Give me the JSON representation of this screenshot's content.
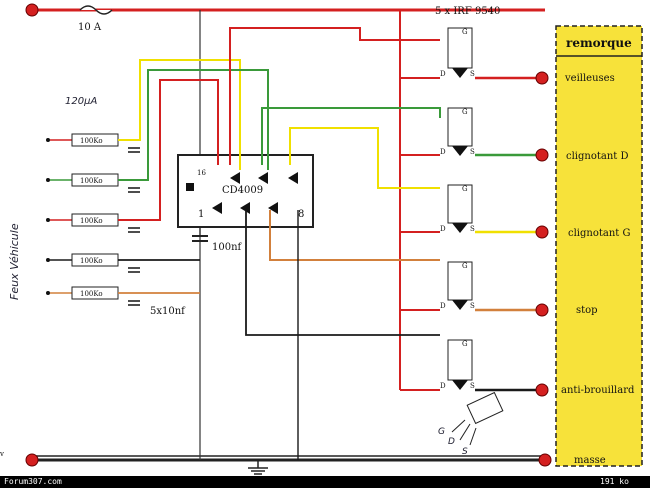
{
  "title": "5 x IRF 9540",
  "fuse_label": "10 A",
  "ic": {
    "name": "CD4009",
    "pin16": "16",
    "pin1": "1",
    "pin8": "8"
  },
  "capacitor_100nf": "100nf",
  "capacitors_label": "5x10nf",
  "current_note": "120µA",
  "resistors": [
    "100Ko",
    "100Ko",
    "100Ko",
    "100Ko",
    "100Ko"
  ],
  "handwritten_vertical": "Feux Véhicule",
  "trailer": {
    "title": "remorque",
    "outputs": [
      "veilleuses",
      "clignotant D",
      "clignotant G",
      "stop",
      "anti-brouillard",
      "masse"
    ]
  },
  "mosfet_pins": {
    "g": "G",
    "d": "D",
    "s": "S"
  },
  "transistor_pins": [
    "G",
    "D",
    "S"
  ],
  "left_edge_label": "v",
  "footer": {
    "left": "Forum307.com",
    "right": "191 ko"
  },
  "colors": {
    "red": "#d42020",
    "green": "#3a9a3a",
    "yellow": "#f0e000",
    "orange": "#d2803c",
    "black": "#1a1a1a",
    "trailer_fill": "#f7e23a"
  }
}
